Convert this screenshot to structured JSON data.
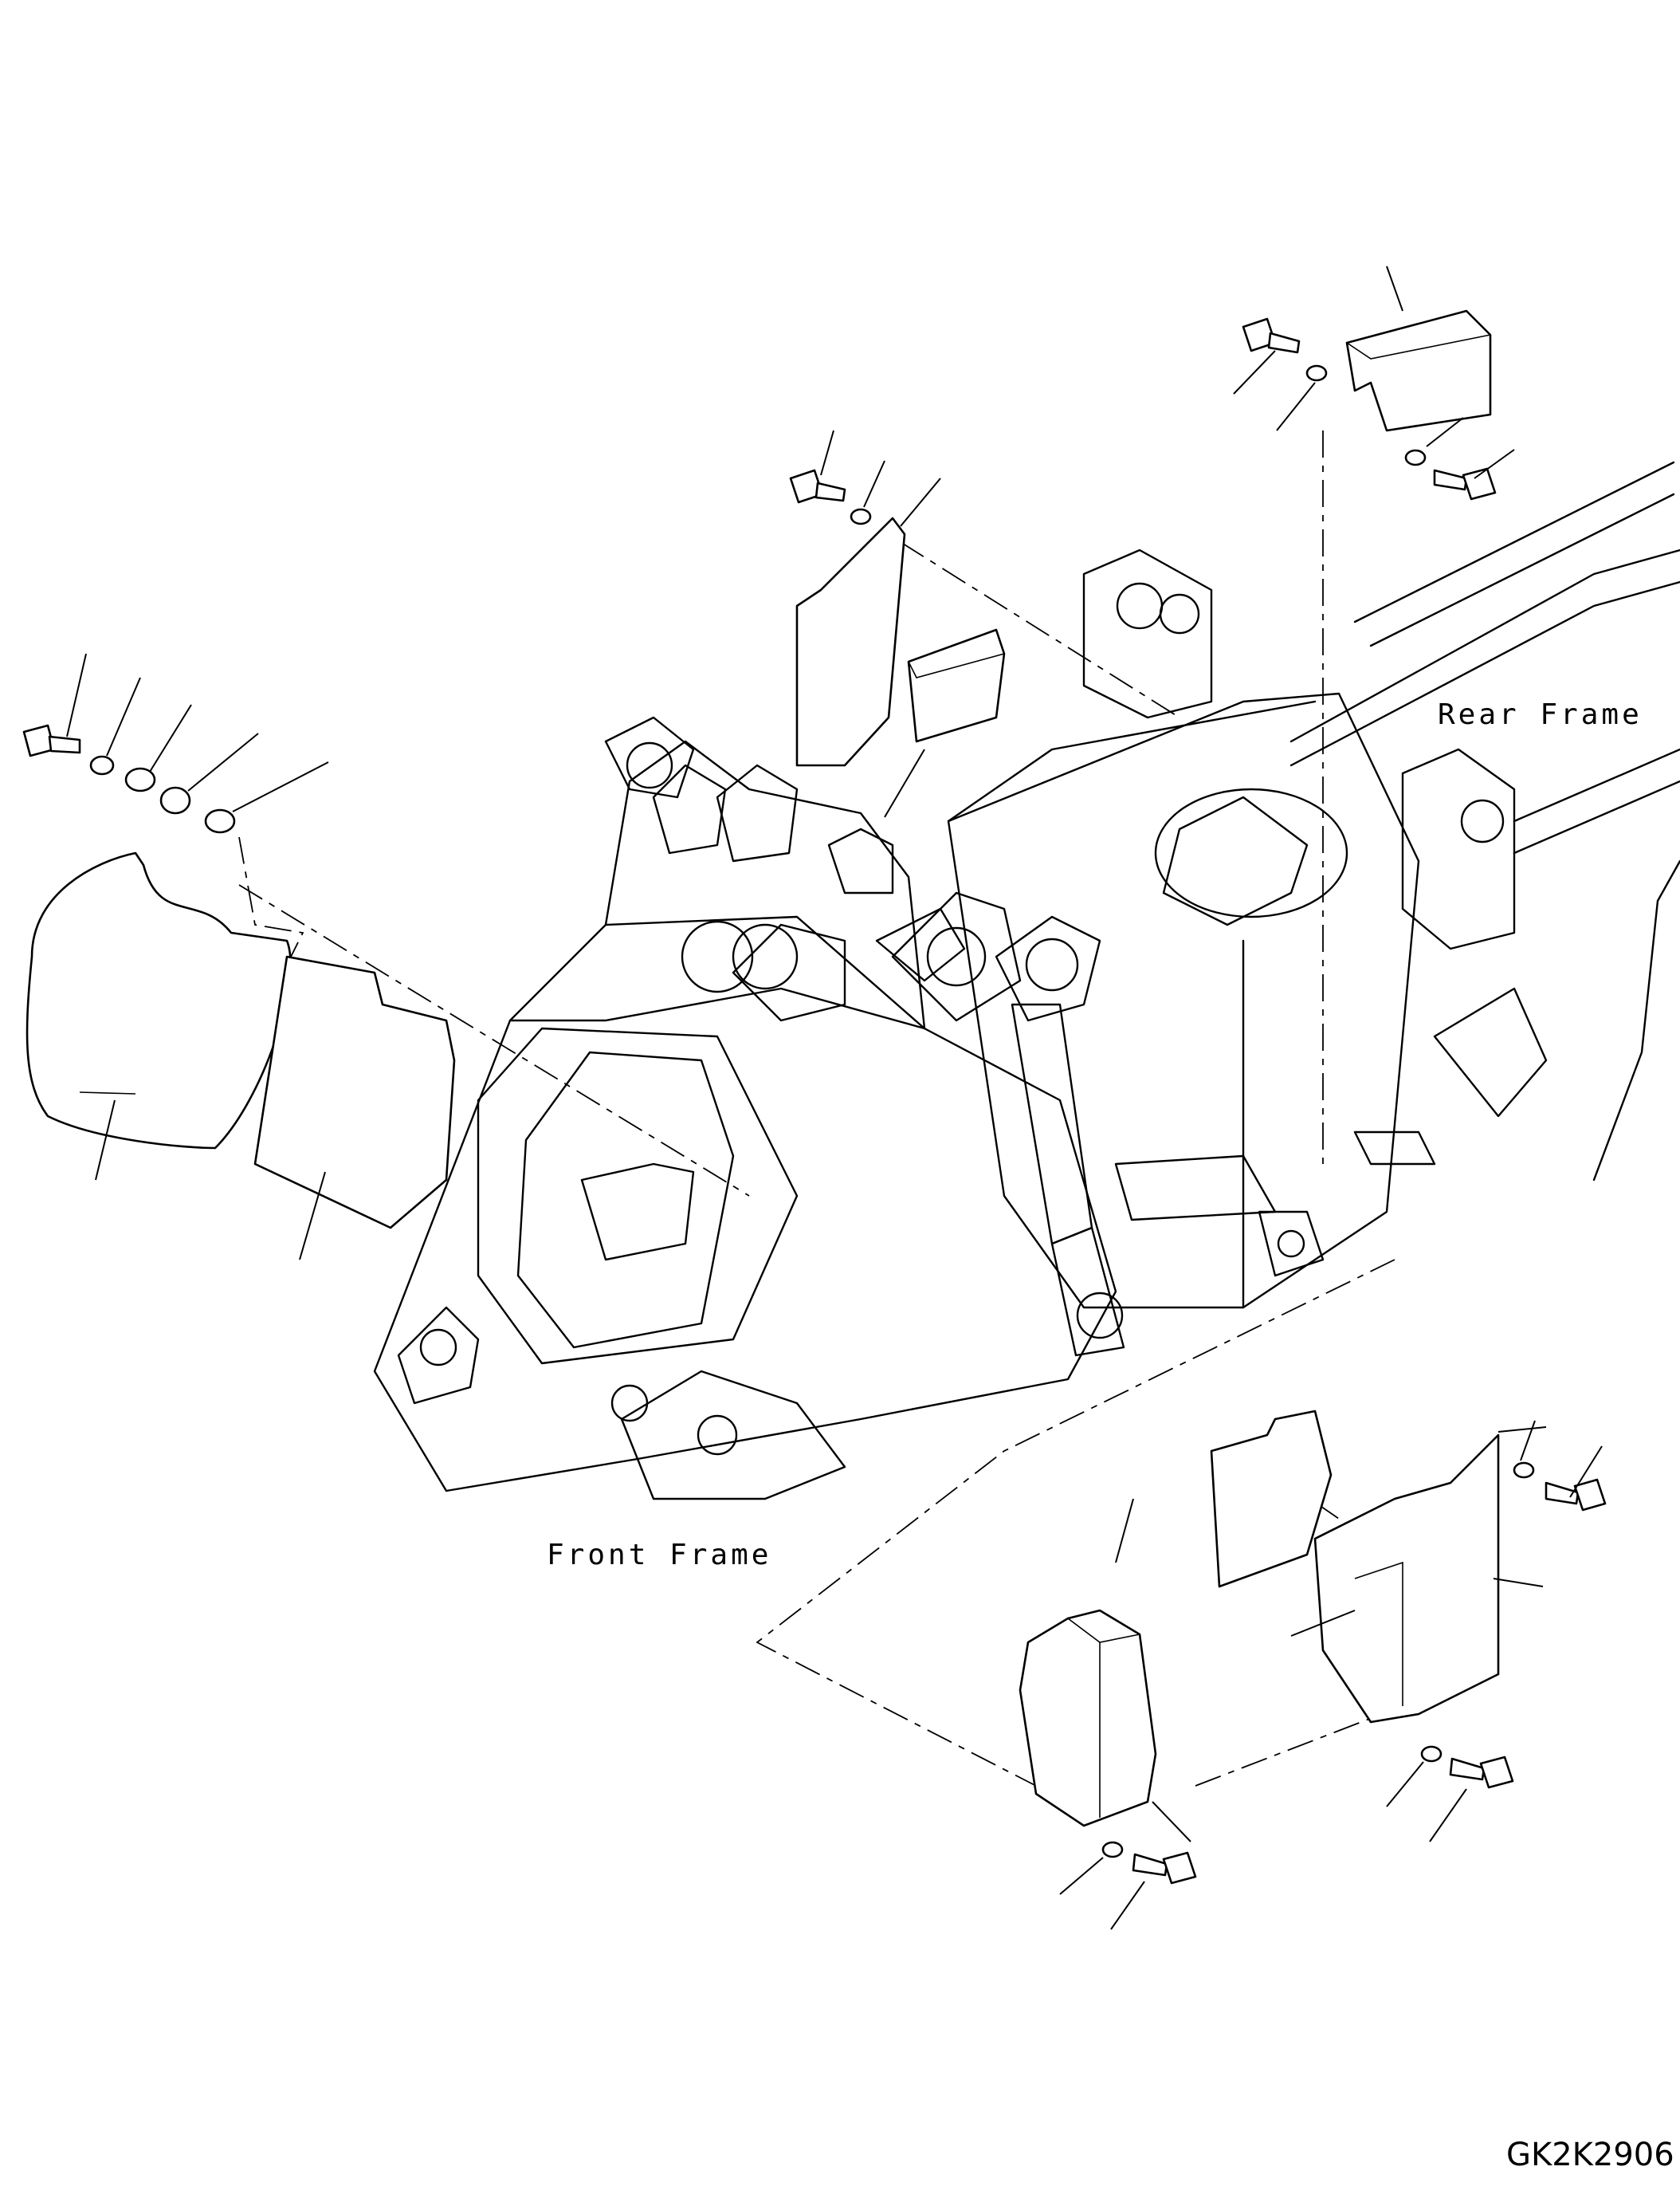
{
  "labels": {
    "rear_frame": "Rear Frame",
    "front_frame": "Front Frame",
    "drawing_code": "GK2K2906"
  }
}
